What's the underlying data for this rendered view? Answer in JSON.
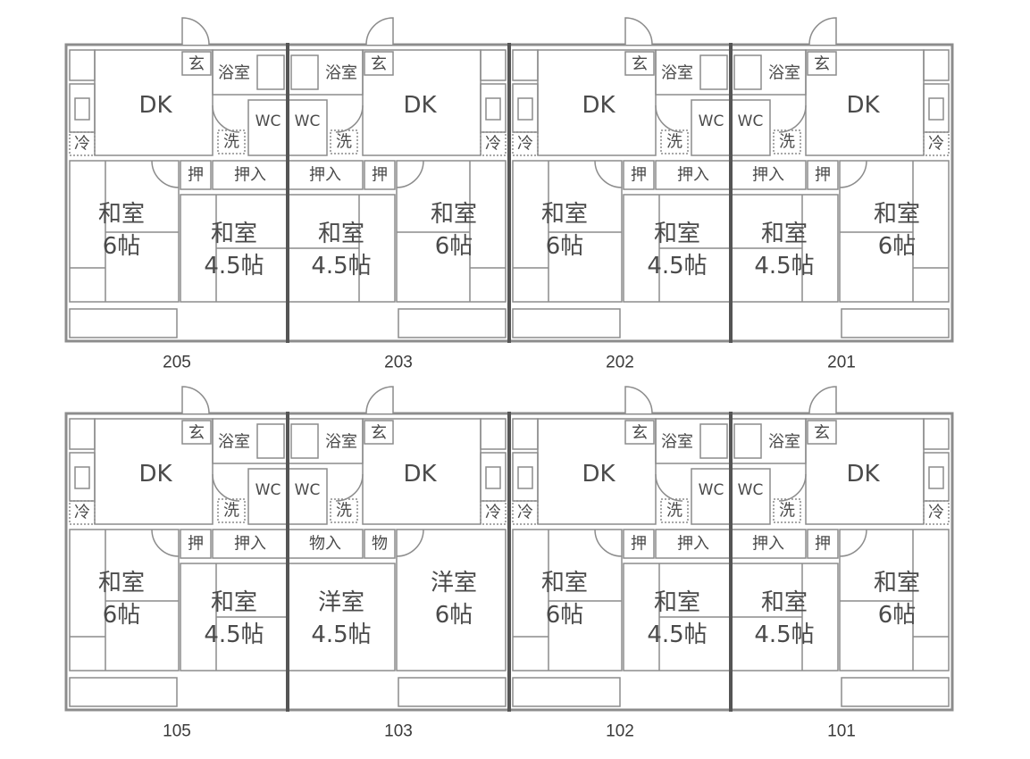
{
  "colors": {
    "dk": "#fbe6a6",
    "tatami": "#bff0b0",
    "bath": "#c3e2f7",
    "closet": "#dcb49c",
    "balcony": "#dcb49c",
    "youshitsu": "#fbe6a6",
    "wall": "#8c8c8c"
  },
  "labels": {
    "dk": "DK",
    "genkan": "玄",
    "bath": "浴室",
    "wc": "WC",
    "wash": "洗",
    "fridge": "冷",
    "oshi": "押",
    "oshiire": "押入",
    "washitsu": "和室",
    "six": "6帖",
    "four_half": "4.5帖",
    "youshitsu": "洋室",
    "butsu": "物",
    "monoire": "物入"
  },
  "floors": [
    {
      "name": "upper",
      "units": [
        {
          "number": "205",
          "mirror": false,
          "style": "washitsu"
        },
        {
          "number": "203",
          "mirror": true,
          "style": "washitsu"
        },
        {
          "number": "202",
          "mirror": false,
          "style": "washitsu"
        },
        {
          "number": "201",
          "mirror": true,
          "style": "washitsu"
        }
      ]
    },
    {
      "name": "lower",
      "units": [
        {
          "number": "105",
          "mirror": false,
          "style": "washitsu"
        },
        {
          "number": "103",
          "mirror": true,
          "style": "youshitsu"
        },
        {
          "number": "102",
          "mirror": false,
          "style": "washitsu"
        },
        {
          "number": "101",
          "mirror": true,
          "style": "washitsu"
        }
      ]
    }
  ]
}
